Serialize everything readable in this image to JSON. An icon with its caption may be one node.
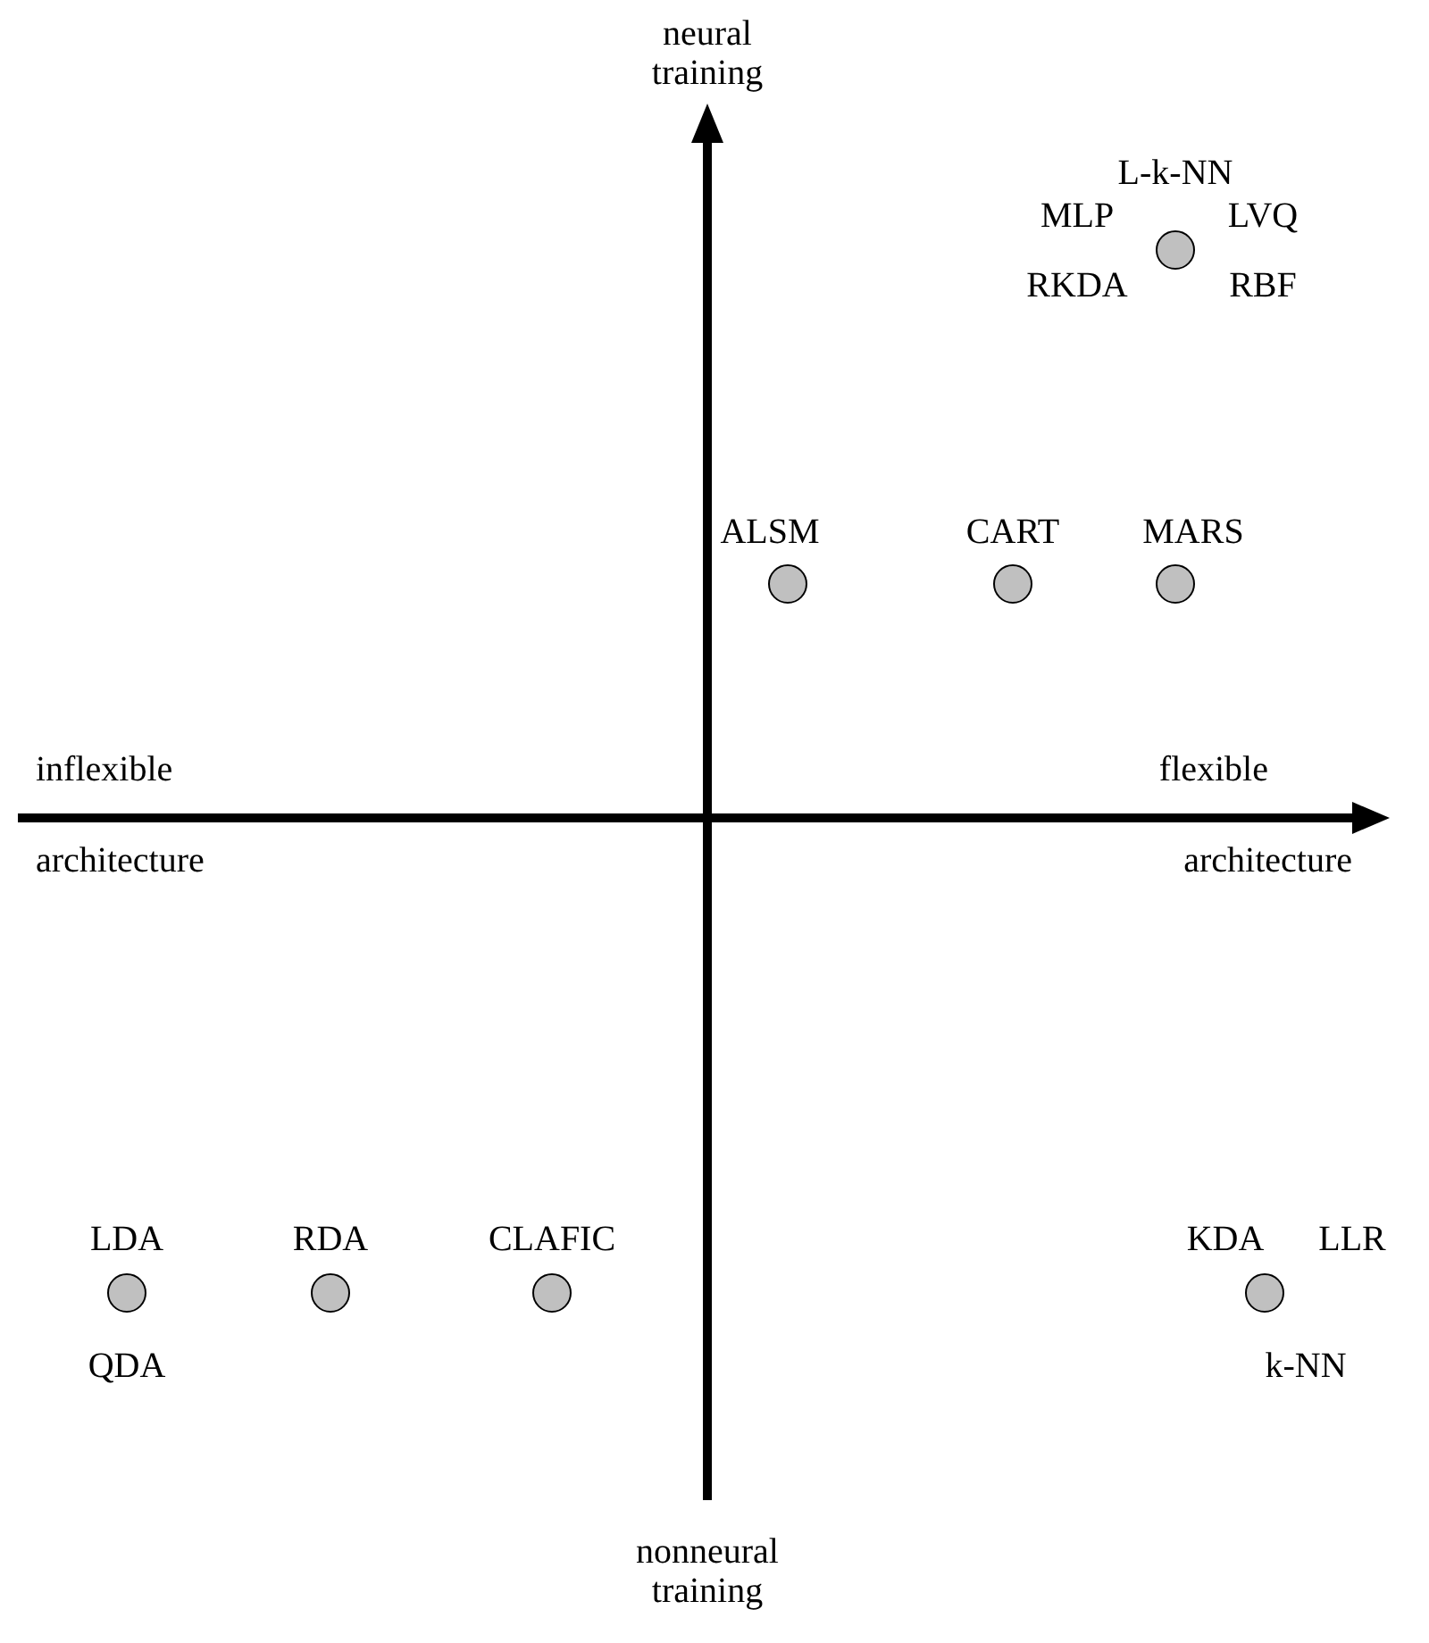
{
  "diagram": {
    "nodes": [
      {
        "text": [],
        "shape": "circle",
        "beside": [
          "L-k-NN",
          "MLP",
          "LVQ",
          "RKDA",
          "RBF"
        ]
      },
      {
        "text": [],
        "shape": "circle",
        "beside": [
          "ALSM"
        ]
      },
      {
        "text": [],
        "shape": "circle",
        "beside": [
          "CART"
        ]
      },
      {
        "text": [],
        "shape": "circle",
        "beside": [
          "MARS"
        ]
      },
      {
        "text": [],
        "shape": "circle",
        "beside": [
          "LDA",
          "QDA"
        ]
      },
      {
        "text": [],
        "shape": "circle",
        "beside": [
          "RDA"
        ]
      },
      {
        "text": [],
        "shape": "circle",
        "beside": [
          "CLAFIC"
        ]
      },
      {
        "text": [],
        "shape": "circle",
        "beside": [
          "KDA",
          "LLR",
          "k-NN"
        ]
      }
    ],
    "edges": [],
    "labels": [
      "neural training",
      "inflexible",
      "flexible",
      "architecture",
      "architecture",
      "nonneural training"
    ]
  }
}
